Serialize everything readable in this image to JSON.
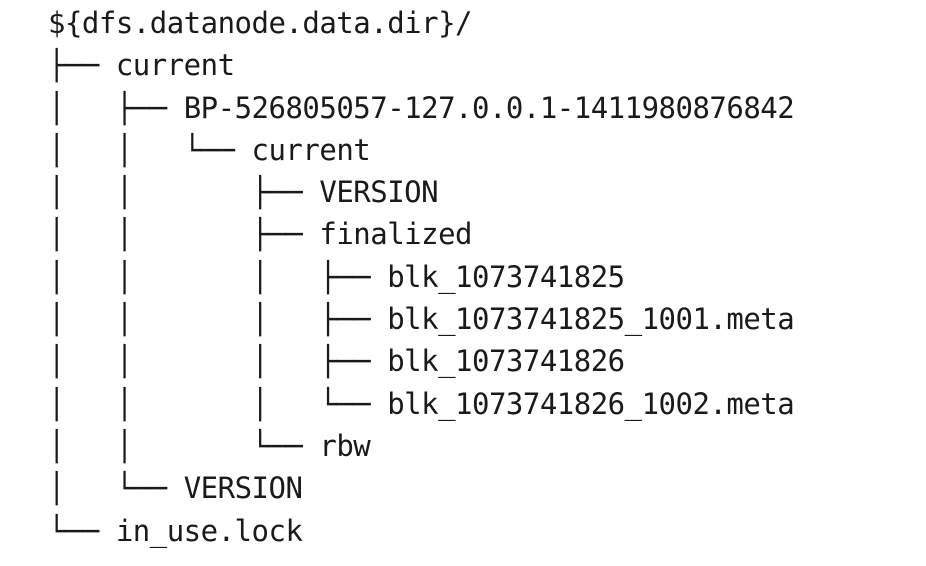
{
  "tree": {
    "lines": [
      {
        "prefix": "",
        "name": "${dfs.datanode.data.dir}/"
      },
      {
        "prefix": "├── ",
        "name": "current"
      },
      {
        "prefix": "│   ├── ",
        "name": "BP-526805057-127.0.0.1-1411980876842"
      },
      {
        "prefix": "│   │   └── ",
        "name": "current"
      },
      {
        "prefix": "│   │       ├── ",
        "name": "VERSION"
      },
      {
        "prefix": "│   │       ├── ",
        "name": "finalized"
      },
      {
        "prefix": "│   │       │   ├── ",
        "name": "blk_1073741825"
      },
      {
        "prefix": "│   │       │   ├── ",
        "name": "blk_1073741825_1001.meta"
      },
      {
        "prefix": "│   │       │   ├── ",
        "name": "blk_1073741826"
      },
      {
        "prefix": "│   │       │   └── ",
        "name": "blk_1073741826_1002.meta"
      },
      {
        "prefix": "│   │       └── ",
        "name": "rbw"
      },
      {
        "prefix": "│   └── ",
        "name": "VERSION"
      },
      {
        "prefix": "└── ",
        "name": "in_use.lock"
      }
    ]
  }
}
